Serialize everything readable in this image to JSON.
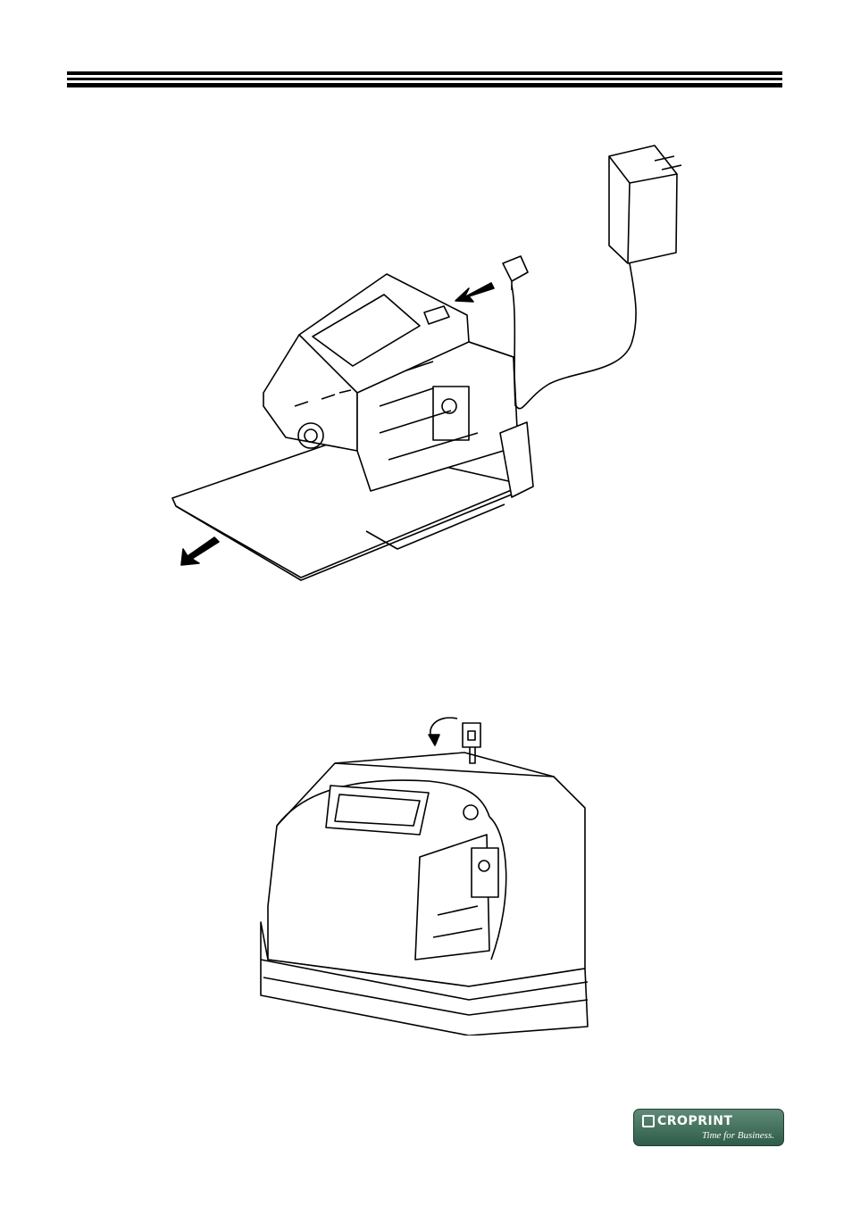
{
  "header": {
    "rule": "triple-line-rule"
  },
  "figures": [
    {
      "id": "figure-1",
      "label": "exploded-time-recorder-with-power-adapter-and-card-tray"
    },
    {
      "id": "figure-2",
      "label": "assembled-time-recorder-with-key-lock"
    }
  ],
  "logo": {
    "brand": "CROPRINT",
    "tagline": "Time for Business."
  }
}
